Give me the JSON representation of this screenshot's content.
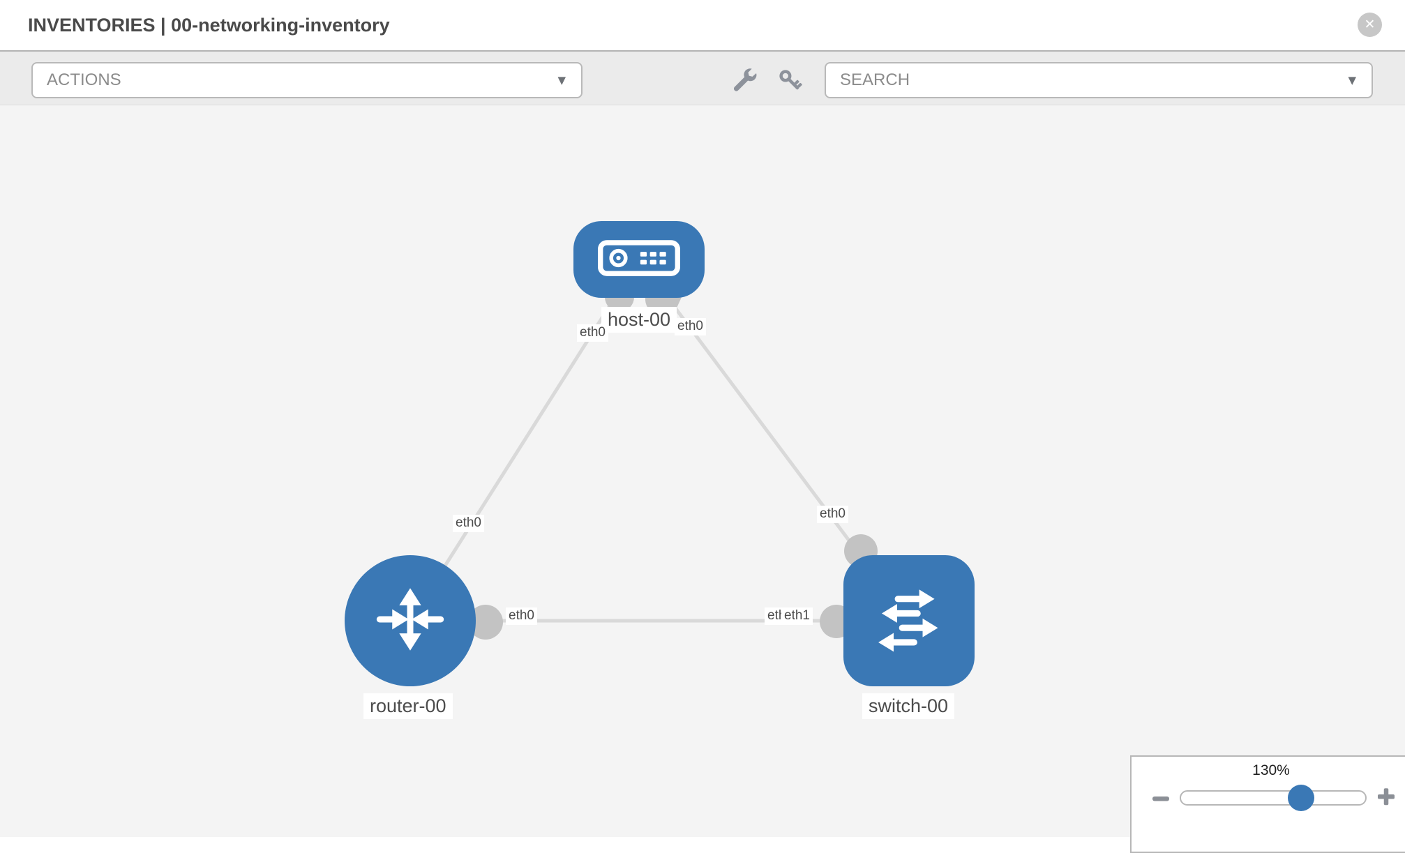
{
  "header": {
    "title": "INVENTORIES | 00-networking-inventory"
  },
  "toolbar": {
    "actions_label": "ACTIONS",
    "search_label": "SEARCH",
    "caret_glyph": "▼"
  },
  "icons": {
    "close_icon": "✕",
    "dropdown_caret": "▼",
    "wrench_icon": "wrench",
    "key_icon": "key",
    "host_icon": "server-faceplate",
    "router_icon": "four-way-arrows",
    "switch_icon": "exchange-arrows",
    "zoom_out_icon": "minus",
    "zoom_in_icon": "plus"
  },
  "colors": {
    "node_blue": "#3a78b5",
    "link_gray": "#d9d9d9",
    "connector_gray": "#c3c3c3",
    "toolbar_gray": "#ebebeb",
    "canvas_gray": "#f4f4f4",
    "label_text": "#4c4c4c"
  },
  "diagram": {
    "nodes": [
      {
        "label": "host-00",
        "type": "host"
      },
      {
        "label": "router-00",
        "type": "router"
      },
      {
        "label": "switch-00",
        "type": "switch"
      }
    ],
    "edges": [
      {
        "from": "host-00",
        "to": "router-00",
        "from_label": "eth0",
        "to_label": "eth0"
      },
      {
        "from": "host-00",
        "to": "switch-00",
        "from_label": "eth0",
        "to_label": "eth0"
      },
      {
        "from": "router-00",
        "to": "switch-00",
        "from_label": "eth0",
        "to_label": "eth1",
        "overlapped_label": "eth0"
      }
    ]
  },
  "zoom_control": {
    "level": "130%"
  }
}
